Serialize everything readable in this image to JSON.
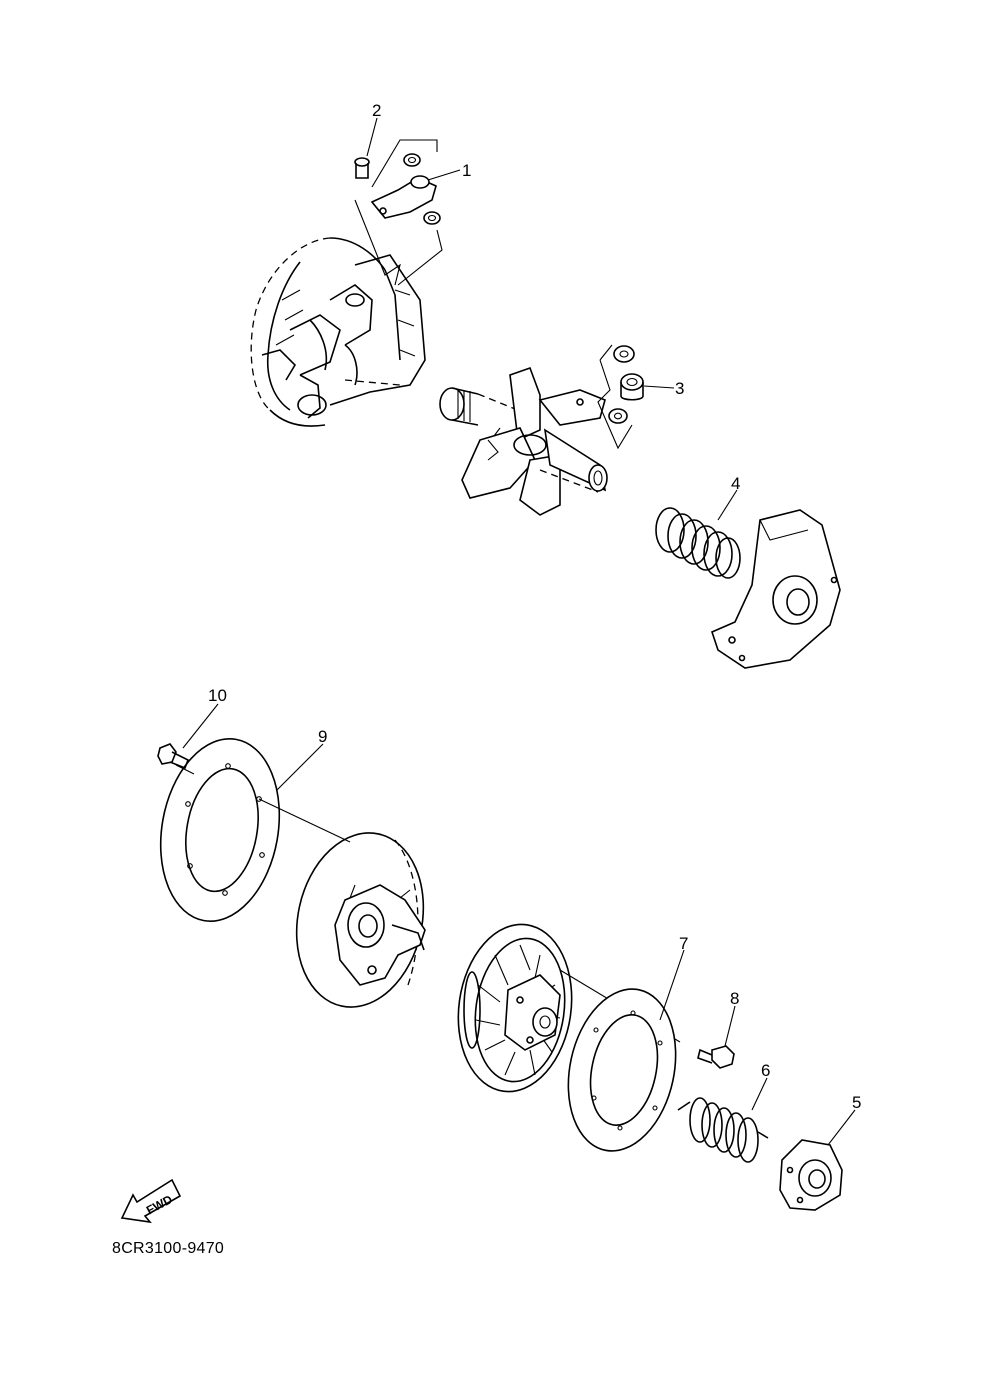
{
  "callouts": {
    "c1": "1",
    "c2": "2",
    "c3": "3",
    "c4": "4",
    "c5": "5",
    "c6": "6",
    "c7": "7",
    "c8": "8",
    "c9": "9",
    "c10": "10"
  },
  "fwd_label": "FWD",
  "diagram_code": "8CR3100-9470"
}
